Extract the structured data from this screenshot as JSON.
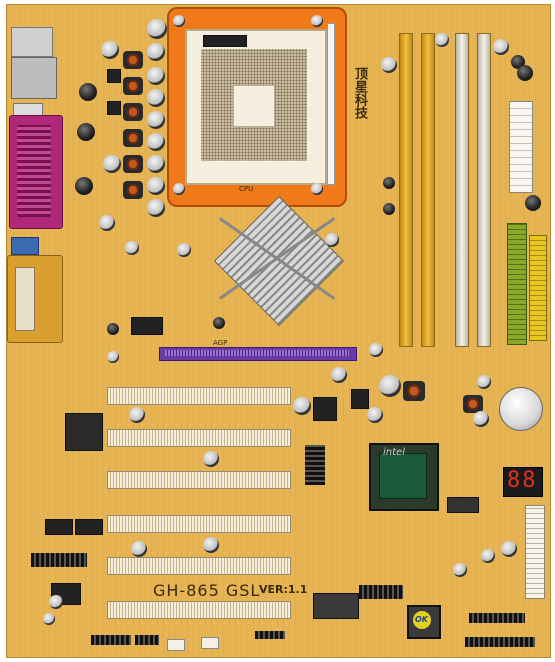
{
  "board": {
    "model_label": "GH-865 GSL",
    "version_label": "VER:1.1",
    "brand_chinese": "顶星科技",
    "chip_brand": "intel",
    "agp_label": "AGP",
    "cpu_label": "CPU",
    "seven_segment": "88",
    "bios_label": "OK"
  },
  "colors": {
    "pcb": "#e7b453",
    "socket_orange": "#f07a1a",
    "parallel_port": "#b0287a",
    "agp_slot": "#6a3aa8",
    "ide_green": "#8aa82a",
    "dimm_gold": "#e0a020",
    "dimm_white": "#ece8dc"
  }
}
